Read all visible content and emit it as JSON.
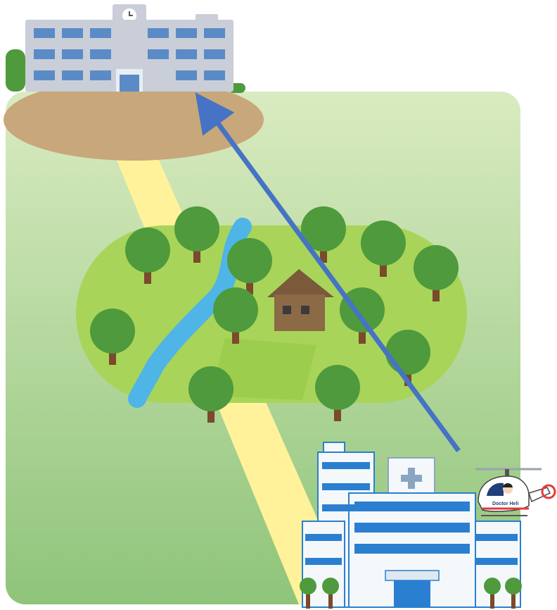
{
  "scene": {
    "background": {
      "name": "green-field-panel",
      "color_top": "#d9ebc1",
      "color_bottom": "#8fc47a"
    },
    "route": {
      "name": "light-path",
      "color": "#fff29a"
    },
    "school": {
      "name": "school-building",
      "wall": "#c9ced8",
      "window": "#5b8bc7",
      "ground": "#c8a77a"
    },
    "village": {
      "name": "rural-village",
      "grass": "#a9d45a",
      "tree": "#4e9a3c",
      "river": "#4fb4e6",
      "house": "#8b6a45",
      "field": "#9ccd4c"
    },
    "hospital": {
      "name": "hospital-building",
      "wall": "#f4f8fb",
      "window": "#2a7fd0",
      "cross": "#8aa5c2"
    },
    "helicopter": {
      "name": "doctor-helicopter",
      "label": "Doctor Heli",
      "body": "#ffffff",
      "accent": "#e23b3b"
    },
    "arrow": {
      "name": "transport-arrow",
      "color": "#4673c4"
    }
  }
}
